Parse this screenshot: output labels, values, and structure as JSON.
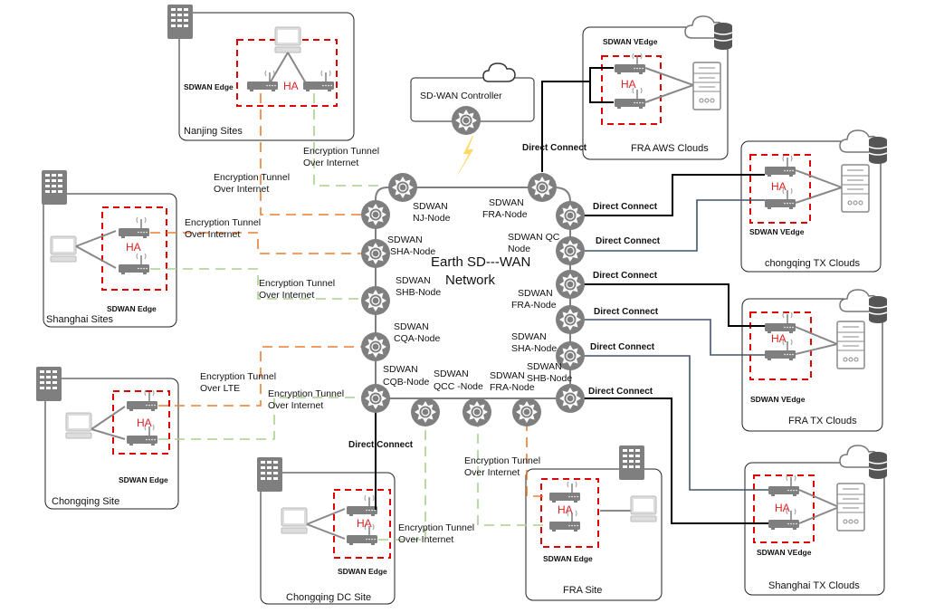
{
  "diagram": {
    "title": "Earth SD---WAN Network",
    "title_lines": [
      "Earth SD---WAN",
      "Network"
    ],
    "controller": {
      "label": "SD-WAN Controller",
      "icon": "cloud-icon"
    },
    "ha_label": "HA",
    "edge_label": "SDWAN Edge",
    "vedge_label": "SDWAN VEdge",
    "tunnel_internet": [
      "Encryption Tunnel",
      "Over Internet"
    ],
    "tunnel_lte": [
      "Encryption Tunnel",
      "Over LTE"
    ],
    "direct_connect": "Direct Connect",
    "nodes": [
      {
        "id": "nj",
        "lines": [
          "SDWAN",
          "NJ-Node"
        ]
      },
      {
        "id": "fra-top",
        "lines": [
          "SDWAN",
          "FRA-Node"
        ]
      },
      {
        "id": "sha-left",
        "lines": [
          "SDWAN",
          "SHA-Node"
        ]
      },
      {
        "id": "shb-left",
        "lines": [
          "SDWAN",
          "SHB-Node"
        ]
      },
      {
        "id": "cqa",
        "lines": [
          "SDWAN",
          "CQA-Node"
        ]
      },
      {
        "id": "cqb",
        "lines": [
          "SDWAN",
          "CQB-Node"
        ]
      },
      {
        "id": "qcc",
        "lines": [
          "SDWAN",
          "QCC -Node"
        ]
      },
      {
        "id": "fra-bottom",
        "lines": [
          "SDWAN",
          "FRA-Node"
        ]
      },
      {
        "id": "shb-right",
        "lines": [
          "SDWAN",
          "SHB-Node"
        ]
      },
      {
        "id": "qc",
        "lines": [
          "SDWAN QC",
          "Node"
        ]
      },
      {
        "id": "fra-right",
        "lines": [
          "SDWAN",
          "FRA-Node"
        ]
      },
      {
        "id": "sha-right",
        "lines": [
          "SDWAN",
          "SHA-Node"
        ]
      }
    ],
    "sites": [
      {
        "id": "nanjing",
        "name": "Nanjing  Sites",
        "edge_label": "SDWAN Edge"
      },
      {
        "id": "shanghai",
        "name": "Shanghai Sites",
        "edge_label": "SDWAN Edge"
      },
      {
        "id": "chongqing",
        "name": "Chongqing  Site",
        "edge_label": "SDWAN Edge"
      },
      {
        "id": "chongqing-dc",
        "name": "Chongqing DC Site",
        "edge_label": "SDWAN Edge"
      },
      {
        "id": "fra",
        "name": "FRA  Site",
        "edge_label": "SDWAN Edge"
      }
    ],
    "clouds": [
      {
        "id": "fra-aws",
        "name": "FRA AWS Clouds",
        "edge_label": "SDWAN VEdge"
      },
      {
        "id": "chongqing-tx",
        "name": "chongqing TX Clouds",
        "edge_label": "SDWAN VEdge"
      },
      {
        "id": "fra-tx",
        "name": "FRA TX Clouds",
        "edge_label": "SDWAN VEdge"
      },
      {
        "id": "shanghai-tx",
        "name": "Shanghai TX Clouds",
        "edge_label": "SDWAN VEdge"
      }
    ],
    "colors": {
      "ha_box": "#e00000",
      "tunnel_lte_internet_primary": "#ed7d31",
      "tunnel_internet_secondary": "#a9d18e",
      "direct_connect_primary": "#000000",
      "direct_connect_secondary": "#44546a",
      "node": "#7f7f7f",
      "lightning": "#ffd966"
    }
  }
}
